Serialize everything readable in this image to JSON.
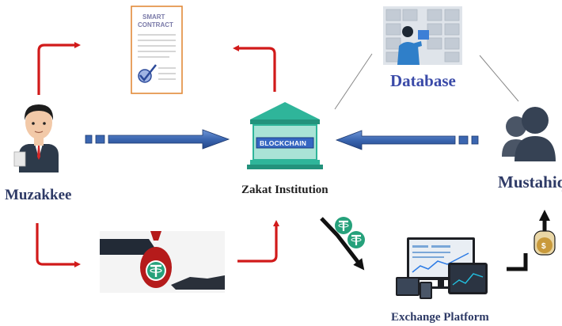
{
  "nodes": {
    "muzakkee": "Muzakkee",
    "zakat_institution": "Zakat Institution",
    "database": "Database",
    "mustahiq": "Mustahiq",
    "exchange_platform": "Exchange Platform"
  },
  "smart_contract": {
    "line1": "SMART",
    "line2": "CONTRACT"
  },
  "blockchain_sign": "BLOCKCHAIN",
  "colors": {
    "flow_arrow": "#d11a1a",
    "transfer_arrow": "#3b66b0",
    "tether_green": "#26a17b",
    "building_teal": "#2fb59a",
    "label_navy": "#2e3a66"
  },
  "icons": {
    "contract": "smart-contract-document-icon",
    "institution": "blockchain-building-icon",
    "database": "server-room-icon",
    "donor": "businessman-icon",
    "recipients": "people-group-icon",
    "payment": "money-bag-handover-icon",
    "exchange": "trading-screens-icon",
    "coin": "tether-coin-icon"
  }
}
